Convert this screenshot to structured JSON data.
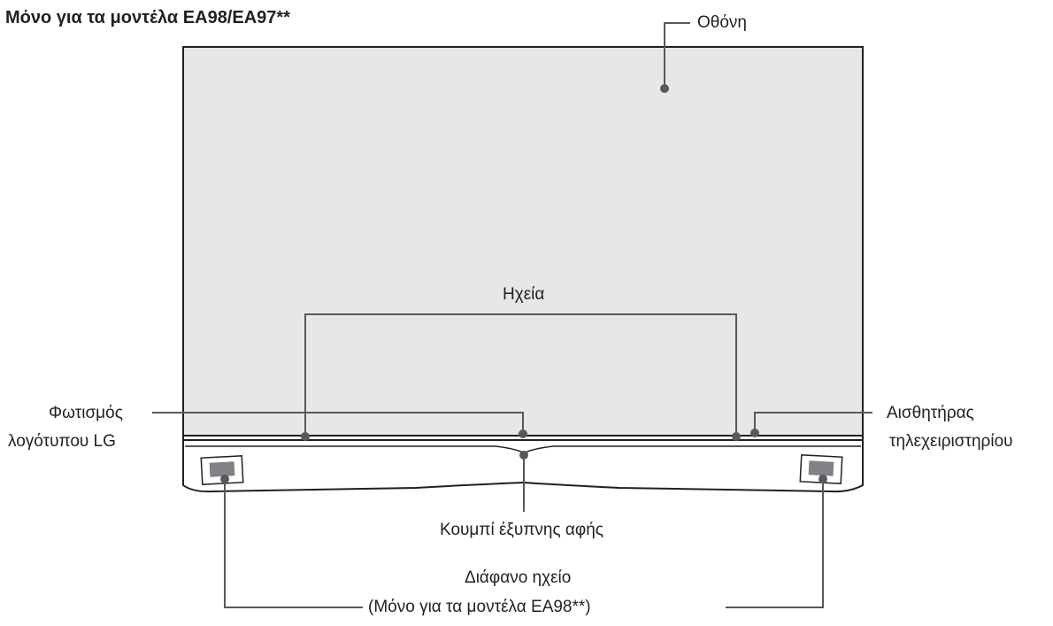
{
  "title": "Μόνο για τα μοντέλα EA98/EA97**",
  "labels": {
    "screen": "Οθόνη",
    "speakers": "Ηχεία",
    "logo_lighting_line1": "Φωτισμός",
    "logo_lighting_line2": "λογότυπου LG",
    "remote_sensor_line1": "Αισθητήρας",
    "remote_sensor_line2": "τηλεχειριστηρίου",
    "smart_touch_button": "Κουμπί έξυπνης αφής",
    "transparent_speaker_line1": "Διάφανο ηχείο",
    "transparent_speaker_line2": "(Μόνο για τα μοντέλα EA98**)"
  },
  "colors": {
    "screen_fill": "#e6e7e8",
    "outline": "#231f20",
    "leader_line": "#58595b",
    "speaker_grille": "#808285"
  }
}
